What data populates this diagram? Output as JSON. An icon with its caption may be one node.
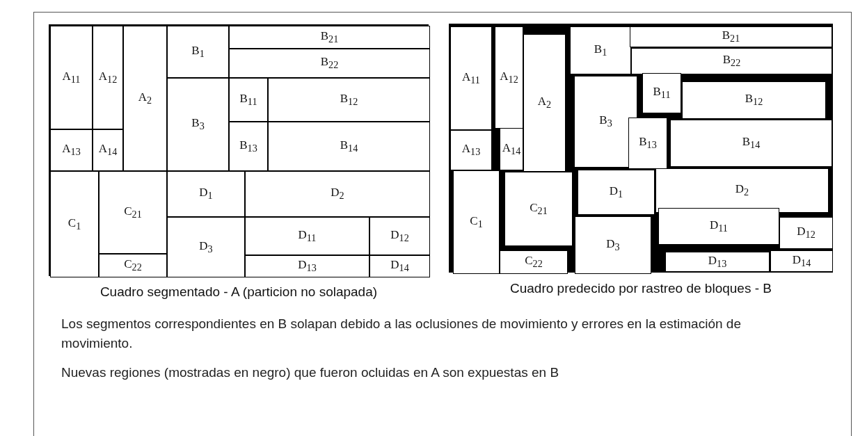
{
  "diagram": {
    "nodes": [
      {
        "text": [
          "Cuadro segmentado - A (particion no solapada)"
        ]
      },
      {
        "text": [
          "A$_{11}$"
        ],
        "in": 0
      },
      {
        "text": [
          "A$_{12}$"
        ],
        "in": 0
      },
      {
        "text": [
          "A$_{2}$"
        ],
        "in": 0
      },
      {
        "text": [
          "B$_{1}$"
        ],
        "in": 0
      },
      {
        "text": [
          "B$_{21}$"
        ],
        "in": 0
      },
      {
        "text": [
          "B$_{22}$"
        ],
        "in": 0
      },
      {
        "text": [
          "B$_{3}$"
        ],
        "in": 0
      },
      {
        "text": [
          "B$_{11}$"
        ],
        "in": 0
      },
      {
        "text": [
          "B$_{12}$"
        ],
        "in": 0
      },
      {
        "text": [
          "A$_{13}$"
        ],
        "in": 0
      },
      {
        "text": [
          "A$_{14}$"
        ],
        "in": 0
      },
      {
        "text": [
          "B$_{13}$"
        ],
        "in": 0
      },
      {
        "text": [
          "B$_{14}$"
        ],
        "in": 0
      },
      {
        "text": [
          "C$_{1}$"
        ],
        "in": 0
      },
      {
        "text": [
          "C$_{21}$"
        ],
        "in": 0
      },
      {
        "text": [
          "D$_{1}$"
        ],
        "in": 0
      },
      {
        "text": [
          "D$_{2}$"
        ],
        "in": 0
      },
      {
        "text": [
          "D$_{3}$"
        ],
        "in": 0
      },
      {
        "text": [
          "D$_{11}$"
        ],
        "in": 0
      },
      {
        "text": [
          "D$_{12}$"
        ],
        "in": 0
      },
      {
        "text": [
          "C$_{22}$"
        ],
        "in": 0
      },
      {
        "text": [
          "D$_{13}$"
        ],
        "in": 0
      },
      {
        "text": [
          "D$_{14}$"
        ],
        "in": 0
      },
      {
        "text": [
          "Cuadro predecido por rastreo de bloques - B"
        ]
      },
      {
        "text": [
          "A$_{11}$"
        ],
        "in": 24
      },
      {
        "text": [
          "A$_{12}$"
        ],
        "in": 24
      },
      {
        "text": [
          "A$_{2}$"
        ],
        "in": 24
      },
      {
        "text": [
          "B$_{1}$"
        ],
        "in": 24
      },
      {
        "text": [
          "B$_{21}$"
        ],
        "in": 24
      },
      {
        "text": [
          "B$_{22}$"
        ],
        "in": 24
      },
      {
        "text": [
          "B$_{3}$"
        ],
        "in": 24
      },
      {
        "text": [
          "B$_{11}$"
        ],
        "in": 24
      },
      {
        "text": [
          "B$_{12}$"
        ],
        "in": 24
      },
      {
        "text": [
          "A$_{13}$"
        ],
        "in": 24
      },
      {
        "text": [
          "A$_{14}$"
        ],
        "in": 24
      },
      {
        "text": [
          "B$_{13}$"
        ],
        "in": 24
      },
      {
        "text": [
          "B$_{14}$"
        ],
        "in": 24
      },
      {
        "text": [
          "C$_{1}$"
        ],
        "in": 24
      },
      {
        "text": [
          "C$_{21}$"
        ],
        "in": 24
      },
      {
        "text": [
          "D$_{1}$"
        ],
        "in": 24
      },
      {
        "text": [
          "D$_{2}$"
        ],
        "in": 24
      },
      {
        "text": [
          "D$_{3}$"
        ],
        "in": 24
      },
      {
        "text": [
          "D$_{11}$"
        ],
        "in": 24
      },
      {
        "text": [
          "D$_{12}$"
        ],
        "in": 24
      },
      {
        "text": [
          "C$_{22}$"
        ],
        "in": 24
      },
      {
        "text": [
          "D$_{13}$"
        ],
        "in": 24
      },
      {
        "text": [
          "D$_{14}$"
        ],
        "in": 24
      }
    ],
    "edges": [],
    "labels": [
      "Los segmentos correspondientes en B solapan debido a las oclusiones de movimiento y errores en la estimación de movimiento.",
      "Nuevas regiones (mostradas en negro) que fueron ocluidas en A son expuestas en B"
    ]
  }
}
